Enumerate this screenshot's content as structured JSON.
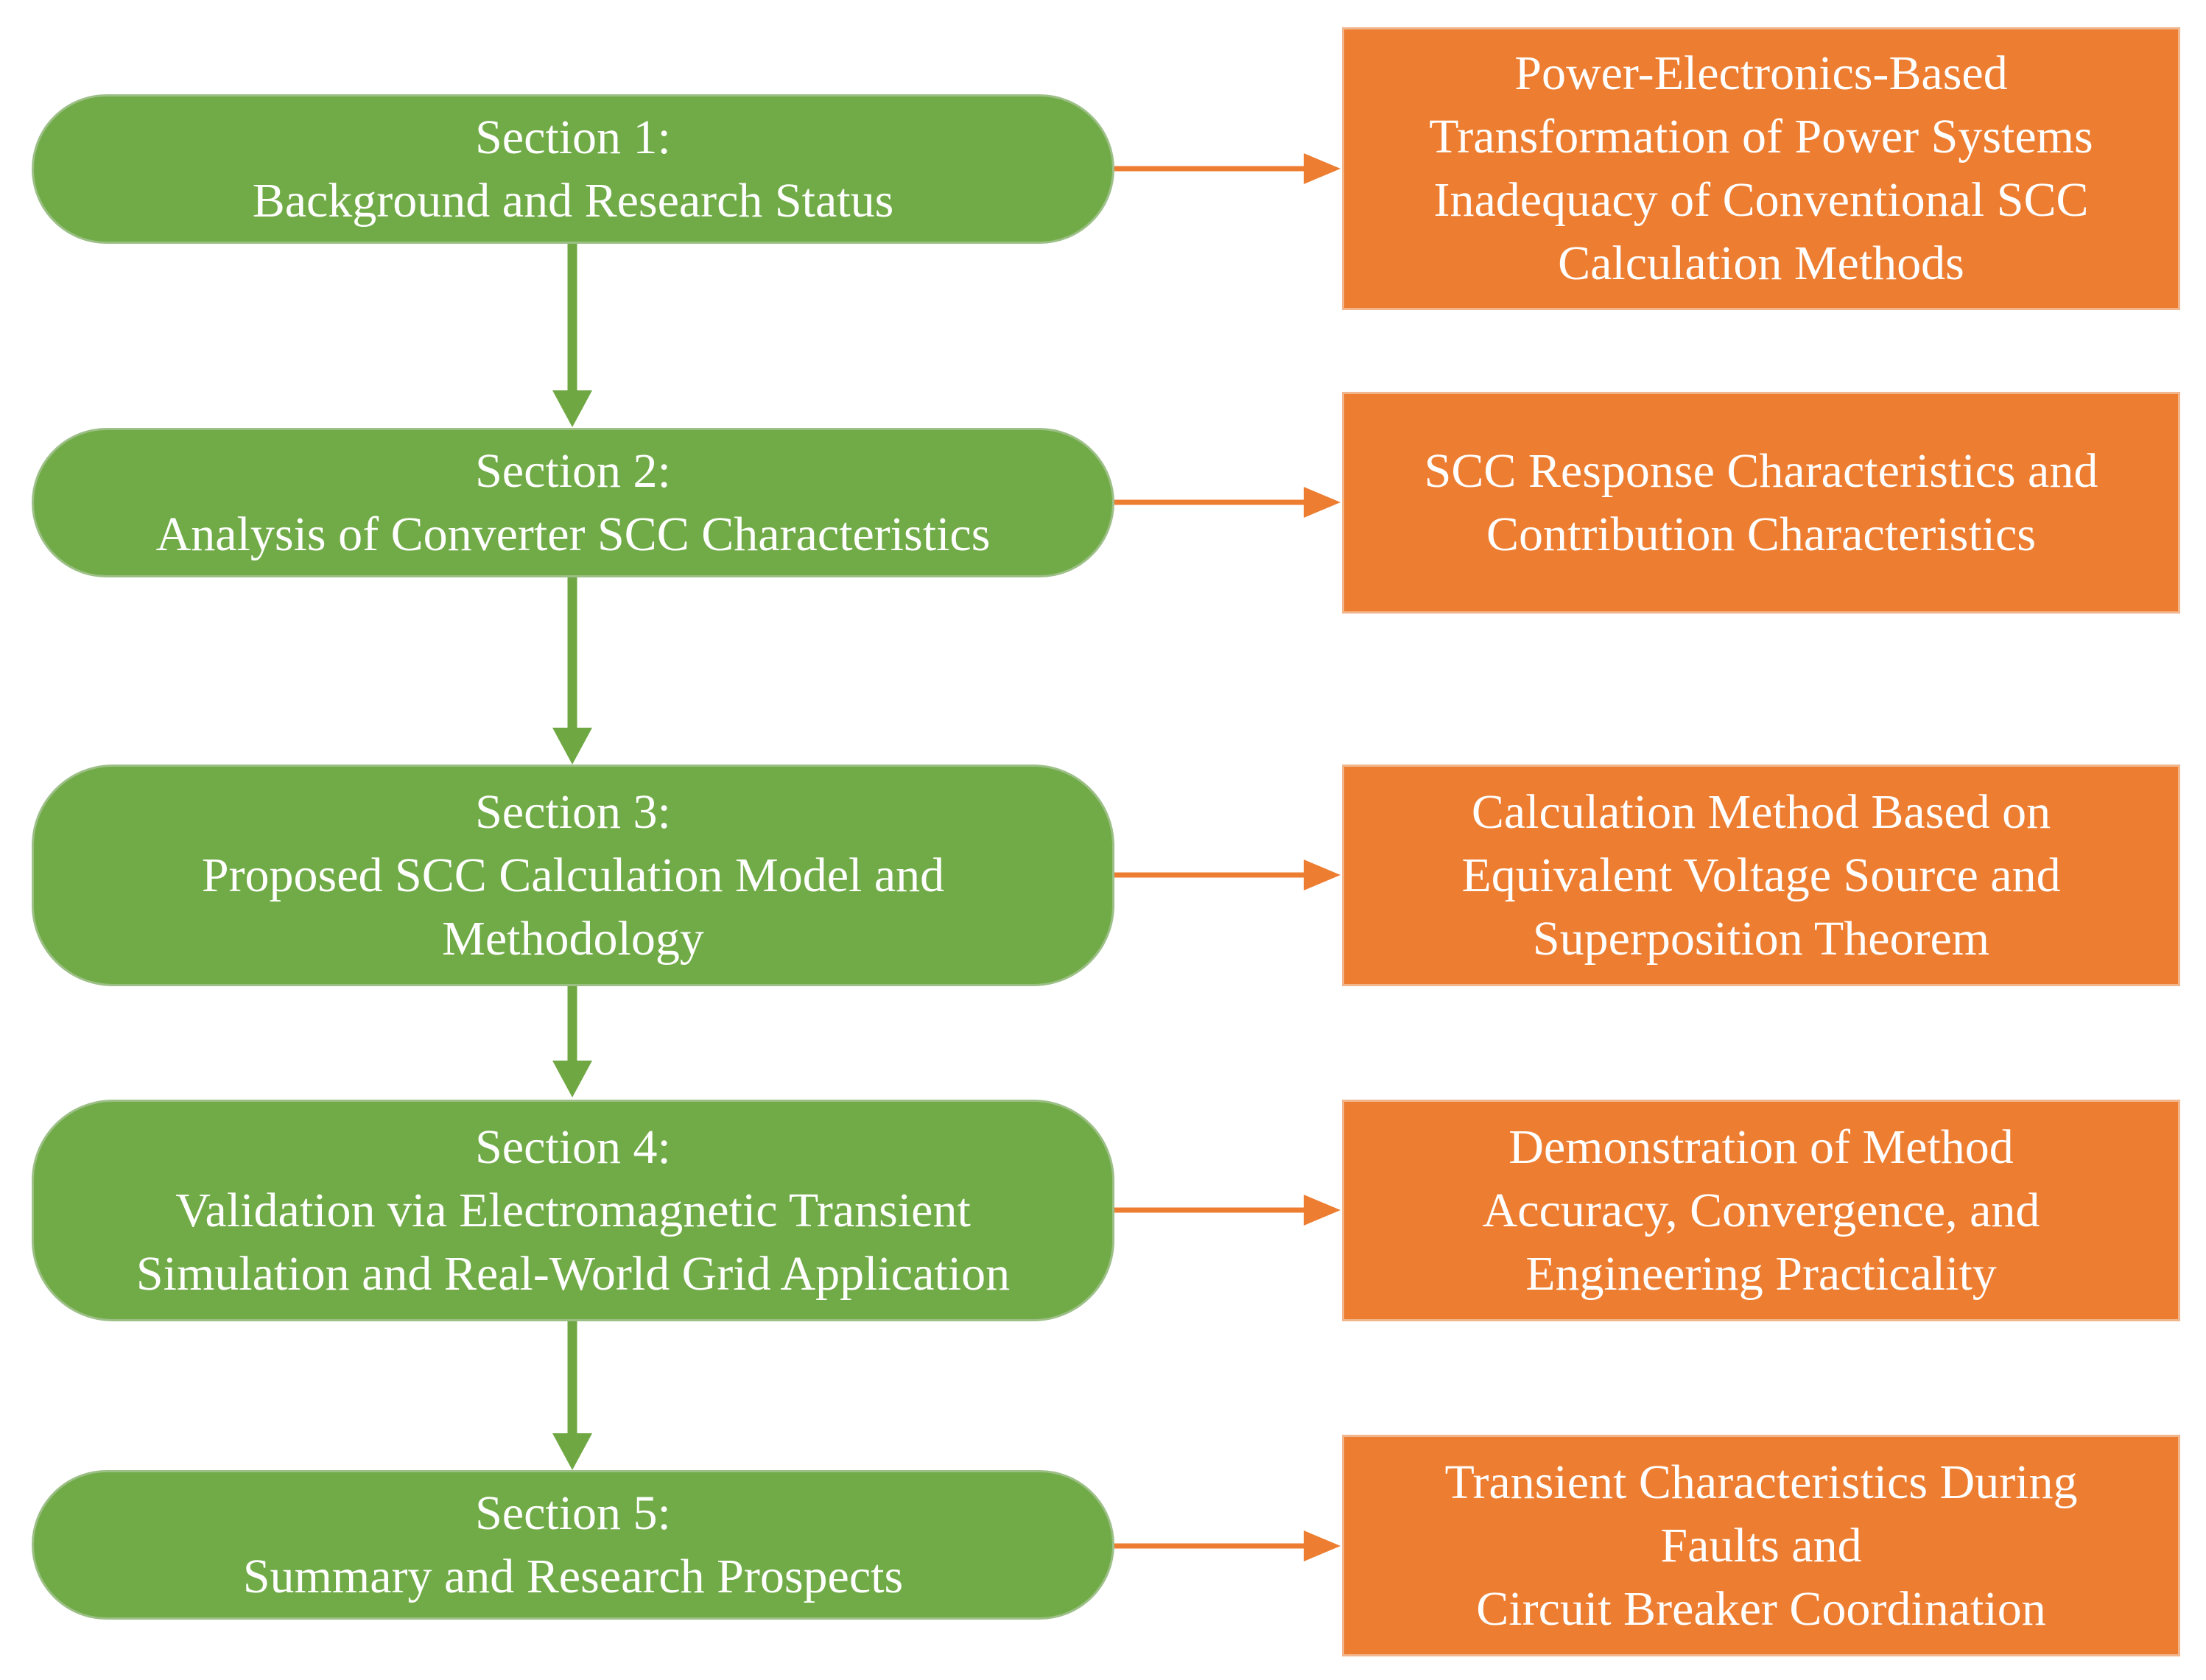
{
  "colors": {
    "section_fill": "#71ab48",
    "summary_fill": "#ed7d31",
    "connector_green": "#6fa843",
    "connector_orange": "#ed7d31"
  },
  "sections": [
    {
      "heading": "Section 1:",
      "lines": [
        "Background and Research Status"
      ],
      "summary_lines": [
        "Power-Electronics-Based",
        "Transformation of Power Systems",
        "Inadequacy of Conventional SCC",
        "Calculation Methods"
      ]
    },
    {
      "heading": "Section 2:",
      "lines": [
        "Analysis of Converter SCC Characteristics"
      ],
      "summary_lines": [
        "SCC Response Characteristics and",
        "Contribution Characteristics"
      ]
    },
    {
      "heading": "Section 3:",
      "lines": [
        "Proposed SCC Calculation Model and",
        "Methodology"
      ],
      "summary_lines": [
        "Calculation Method Based on",
        "Equivalent Voltage Source and",
        "Superposition Theorem"
      ]
    },
    {
      "heading": "Section 4:",
      "lines": [
        "Validation via Electromagnetic Transient",
        "Simulation and Real-World Grid Application"
      ],
      "summary_lines": [
        "Demonstration of Method",
        "Accuracy, Convergence, and",
        "Engineering Practicality"
      ]
    },
    {
      "heading": "Section 5:",
      "lines": [
        "Summary and Research Prospects"
      ],
      "summary_lines": [
        "Transient Characteristics During",
        "Faults and",
        "Circuit Breaker Coordination"
      ]
    }
  ]
}
